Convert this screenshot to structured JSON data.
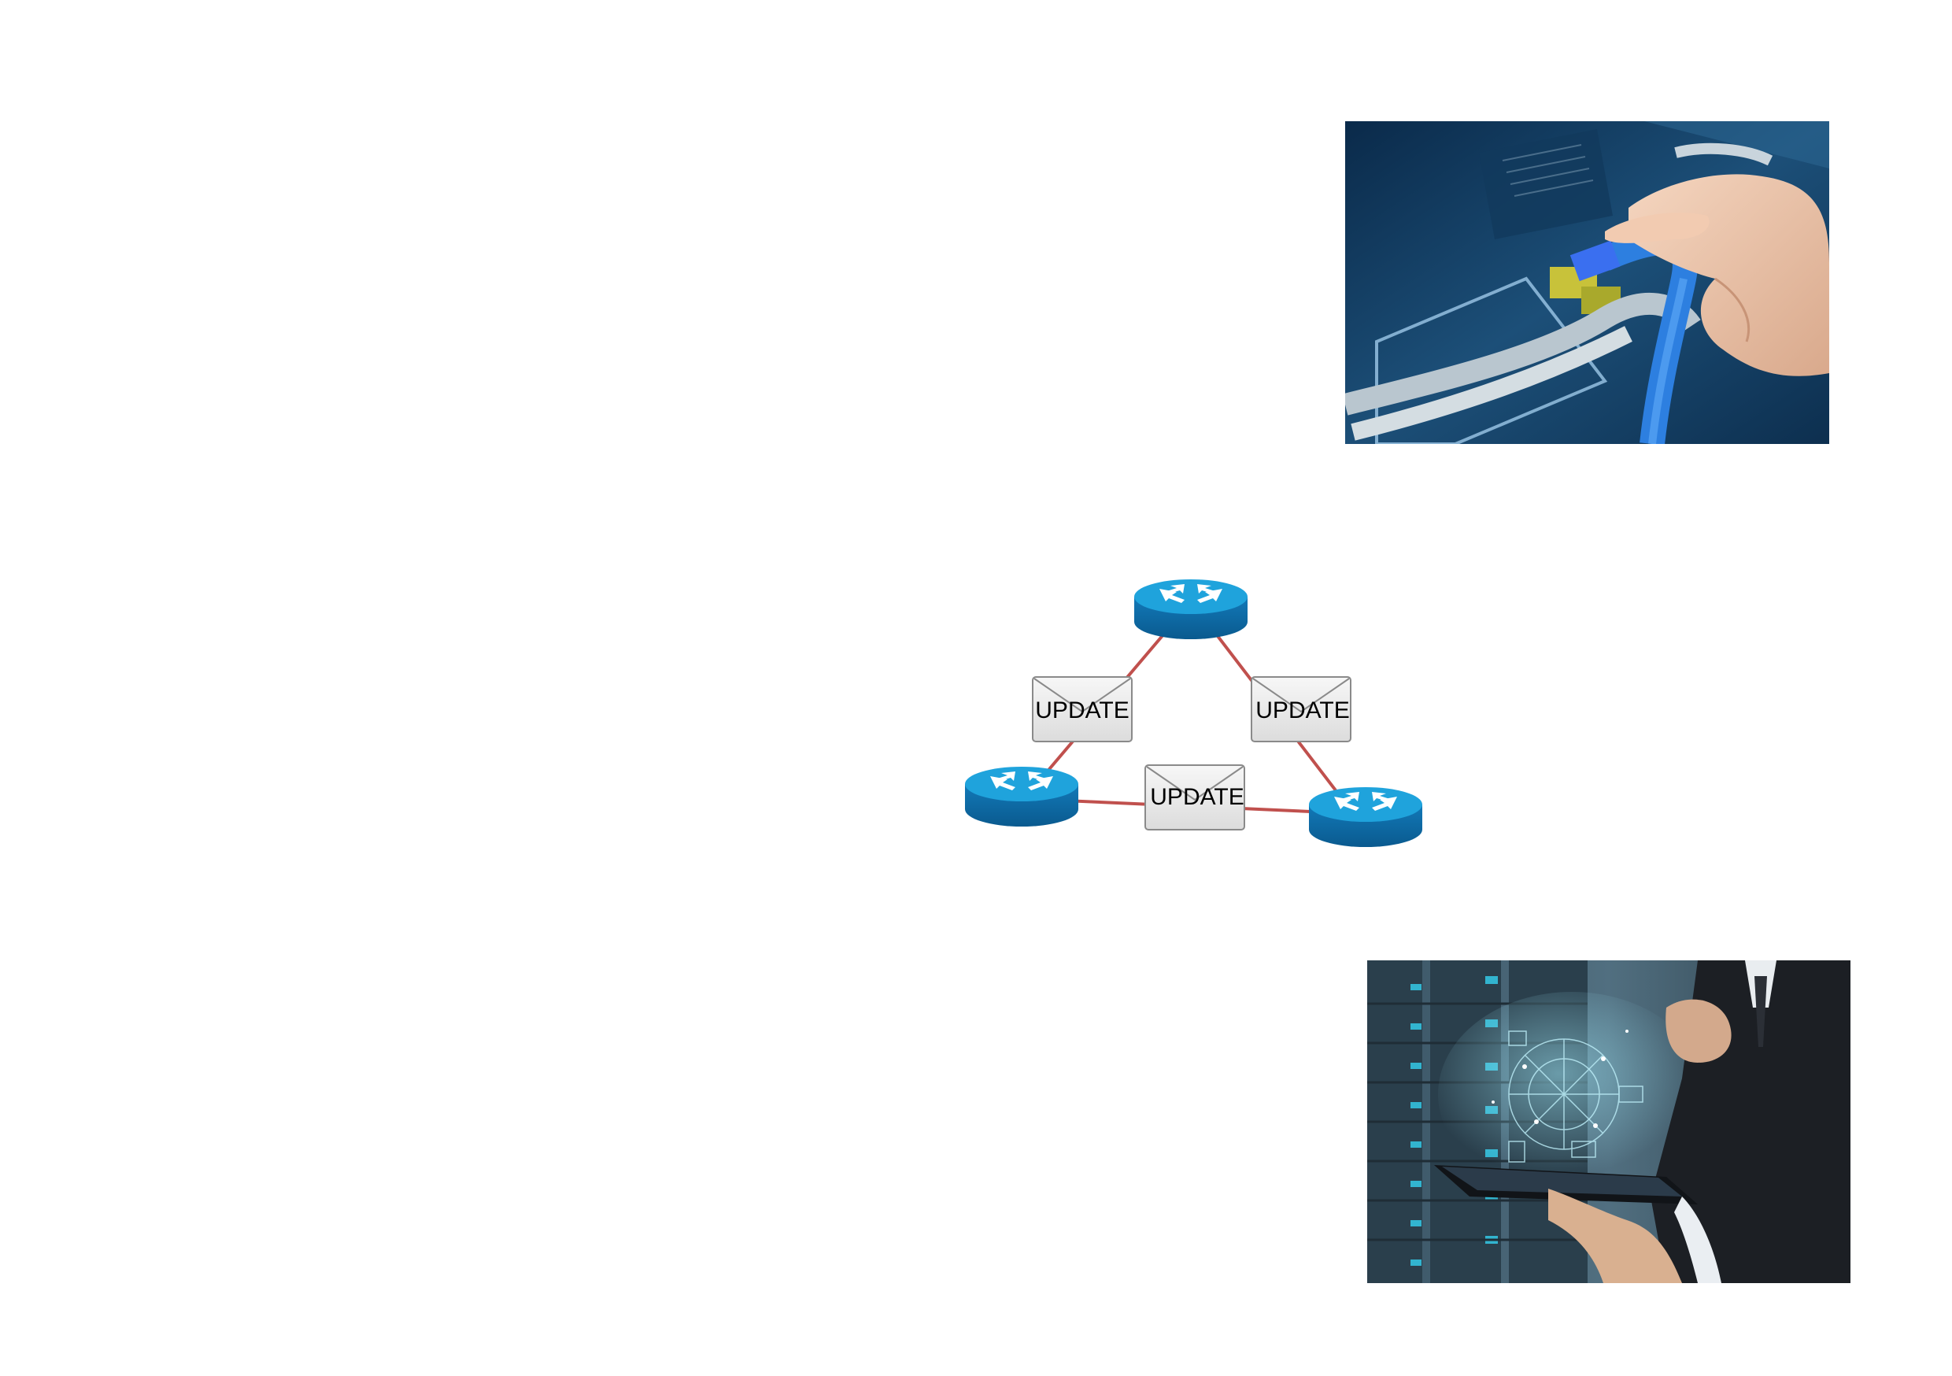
{
  "diagram": {
    "nodes": [
      {
        "id": "router-top",
        "icon": "router-icon"
      },
      {
        "id": "router-left",
        "icon": "router-icon"
      },
      {
        "id": "router-right",
        "icon": "router-icon"
      }
    ],
    "links": [
      {
        "from": "router-top",
        "to": "router-left"
      },
      {
        "from": "router-top",
        "to": "router-right"
      },
      {
        "from": "router-left",
        "to": "router-right"
      }
    ],
    "messages": [
      {
        "label": "UPDATE",
        "icon": "envelope-icon",
        "link": "router-top-router-left"
      },
      {
        "label": "UPDATE",
        "icon": "envelope-icon",
        "link": "router-top-router-right"
      },
      {
        "label": "UPDATE",
        "icon": "envelope-icon",
        "link": "router-left-router-right"
      }
    ],
    "colors": {
      "link": "#c0504d",
      "router_top": "#1ea1d9",
      "router_side": "#0f6ea8",
      "envelope": "#eeeeee"
    }
  },
  "photos": [
    {
      "name": "network-cable-photo"
    },
    {
      "name": "business-tablet-photo"
    }
  ]
}
